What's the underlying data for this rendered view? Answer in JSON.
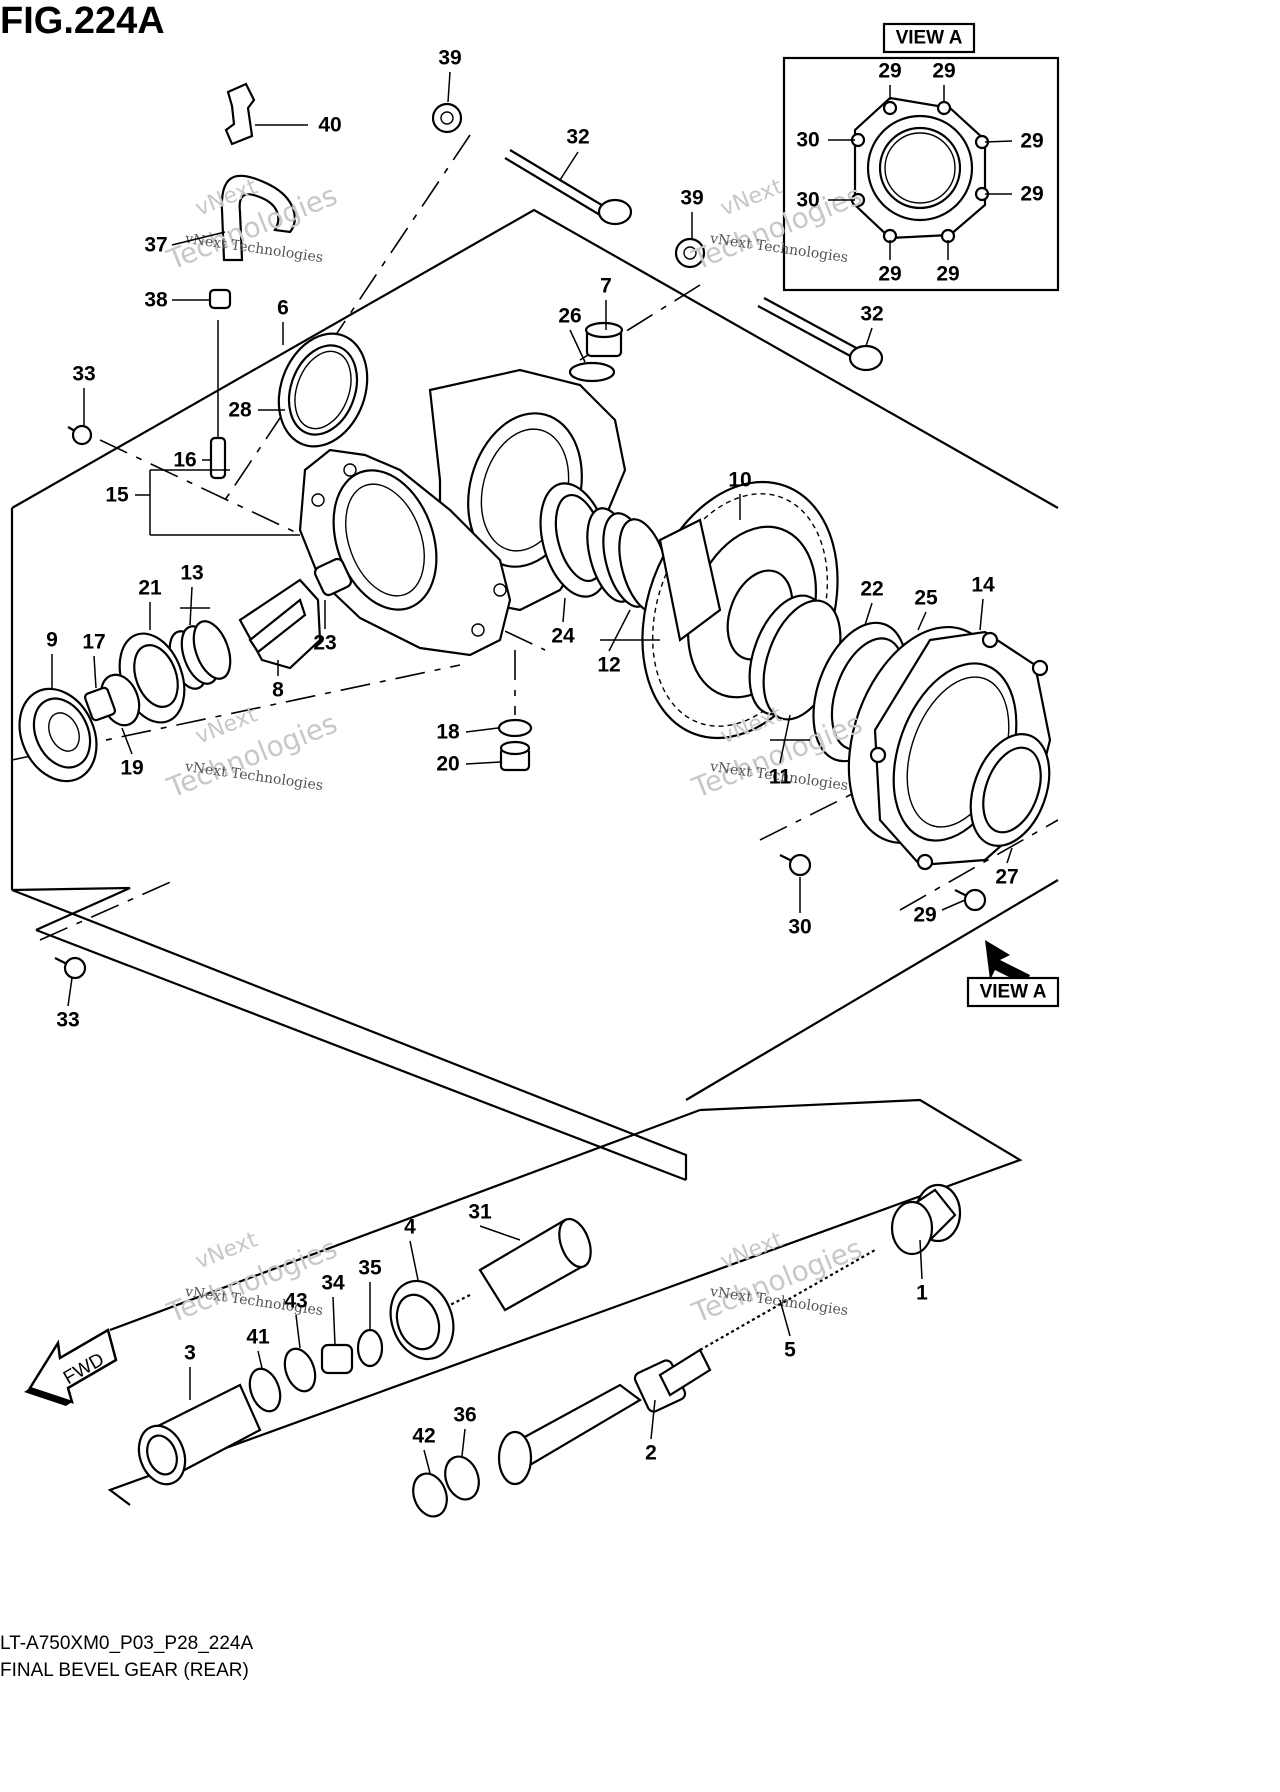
{
  "figure_title": "FIG.224A",
  "footer": {
    "code": "LT-A750XM0_P03_P28_224A",
    "caption": "FINAL BEVEL GEAR (REAR)"
  },
  "view_tag": "VIEW A",
  "fwd_label": "FWD",
  "watermark": {
    "line1": "vNext",
    "line2": "Technologies",
    "small": "vNext Technologies"
  },
  "callouts": [
    {
      "key": "c40",
      "text": "40"
    },
    {
      "key": "c39a",
      "text": "39"
    },
    {
      "key": "c32a",
      "text": "32"
    },
    {
      "key": "c37",
      "text": "37"
    },
    {
      "key": "c38",
      "text": "38"
    },
    {
      "key": "c6",
      "text": "6"
    },
    {
      "key": "c39b",
      "text": "39"
    },
    {
      "key": "c7",
      "text": "7"
    },
    {
      "key": "c26",
      "text": "26"
    },
    {
      "key": "c32b",
      "text": "32"
    },
    {
      "key": "c33a",
      "text": "33"
    },
    {
      "key": "c28",
      "text": "28"
    },
    {
      "key": "c16",
      "text": "16"
    },
    {
      "key": "c15",
      "text": "15"
    },
    {
      "key": "c10",
      "text": "10"
    },
    {
      "key": "c21",
      "text": "21"
    },
    {
      "key": "c13",
      "text": "13"
    },
    {
      "key": "c9",
      "text": "9"
    },
    {
      "key": "c17",
      "text": "17"
    },
    {
      "key": "c23",
      "text": "23"
    },
    {
      "key": "c24",
      "text": "24"
    },
    {
      "key": "c12",
      "text": "12"
    },
    {
      "key": "c22",
      "text": "22"
    },
    {
      "key": "c25",
      "text": "25"
    },
    {
      "key": "c14",
      "text": "14"
    },
    {
      "key": "c8",
      "text": "8"
    },
    {
      "key": "c19",
      "text": "19"
    },
    {
      "key": "c18",
      "text": "18"
    },
    {
      "key": "c20",
      "text": "20"
    },
    {
      "key": "c11",
      "text": "11"
    },
    {
      "key": "c27",
      "text": "27"
    },
    {
      "key": "c30a",
      "text": "30"
    },
    {
      "key": "c29a",
      "text": "29"
    },
    {
      "key": "c33b",
      "text": "33"
    },
    {
      "key": "c31",
      "text": "31"
    },
    {
      "key": "c4",
      "text": "4"
    },
    {
      "key": "c34",
      "text": "34"
    },
    {
      "key": "c35",
      "text": "35"
    },
    {
      "key": "c43",
      "text": "43"
    },
    {
      "key": "c3",
      "text": "3"
    },
    {
      "key": "c41",
      "text": "41"
    },
    {
      "key": "c1",
      "text": "1"
    },
    {
      "key": "c5",
      "text": "5"
    },
    {
      "key": "c2",
      "text": "2"
    },
    {
      "key": "c36",
      "text": "36"
    },
    {
      "key": "c42",
      "text": "42"
    },
    {
      "key": "va29a",
      "text": "29"
    },
    {
      "key": "va29b",
      "text": "29"
    },
    {
      "key": "va29c",
      "text": "29"
    },
    {
      "key": "va29d",
      "text": "29"
    },
    {
      "key": "va29e",
      "text": "29"
    },
    {
      "key": "va29f",
      "text": "29"
    },
    {
      "key": "va30a",
      "text": "30"
    },
    {
      "key": "va30b",
      "text": "30"
    }
  ]
}
